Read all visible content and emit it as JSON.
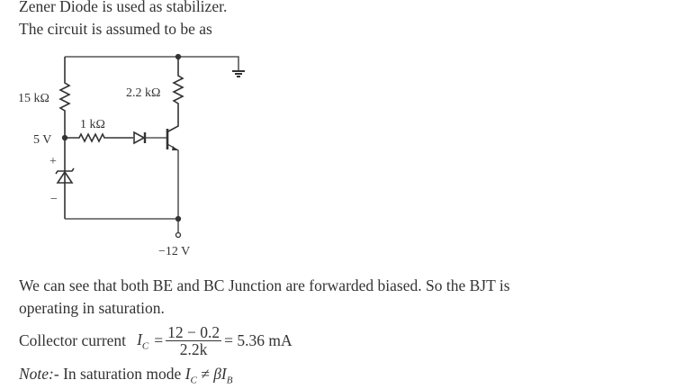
{
  "intro": {
    "line1": "Zener Diode is used as stabilizer.",
    "line2": "The circuit is assumed to be as"
  },
  "circuit": {
    "r1_label": "15 kΩ",
    "r2_label": "2.2 kΩ",
    "r3_label": "1 kΩ",
    "node_label": "5 V",
    "plus": "+",
    "minus": "−",
    "supply_label": "−12 V"
  },
  "explanation": {
    "line1": "We can see that both BE and BC Junction are forwarded biased. So the BJT is",
    "line2": "operating in saturation."
  },
  "equation": {
    "prefix": "Collector current",
    "lhs_var": "I",
    "lhs_sub": "C",
    "eq1": "=",
    "numerator": "12 − 0.2",
    "denominator": "2.2k",
    "result": "= 5.36 mA"
  },
  "note": {
    "label": "Note:",
    "text": "- In saturation mode ",
    "var": "I",
    "sub": "C",
    "op": " ≠ ",
    "beta": "βI",
    "beta_sub": "B"
  }
}
